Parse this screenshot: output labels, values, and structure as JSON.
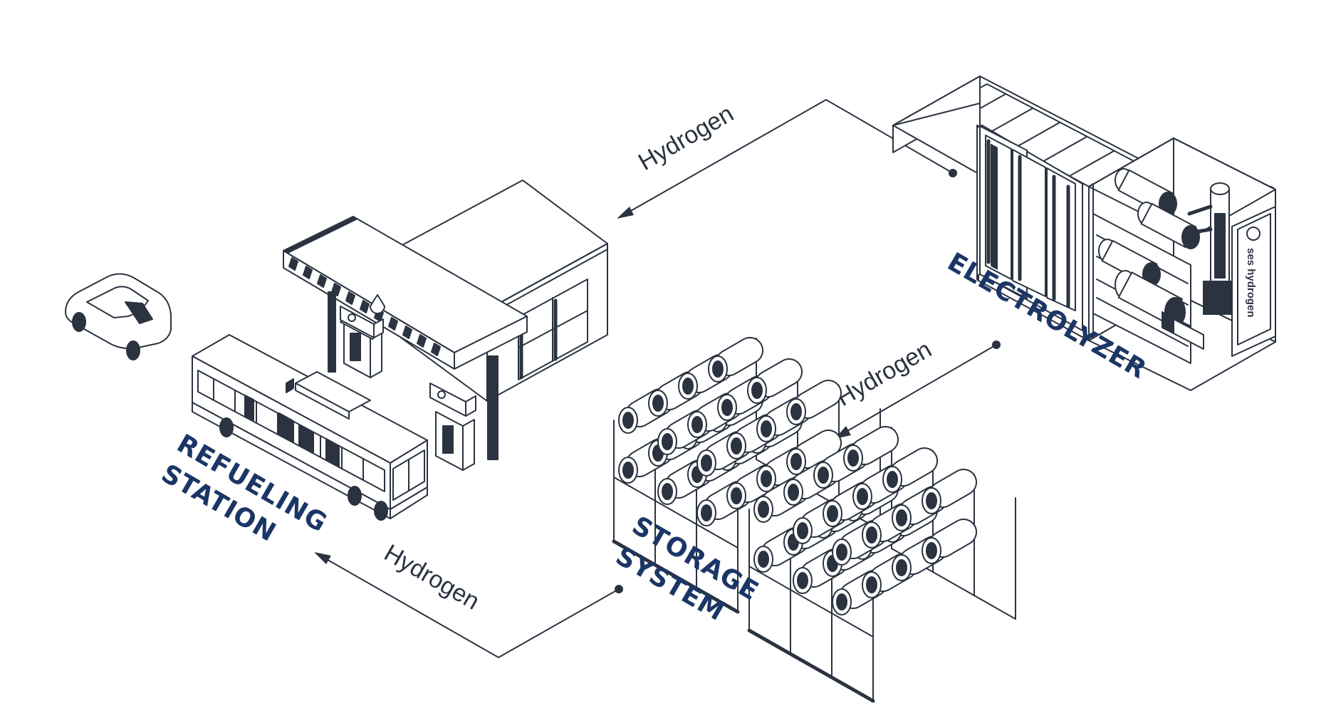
{
  "diagram": {
    "colors": {
      "line": "#2b3340",
      "label": "#1b3666",
      "background": "#ffffff"
    },
    "nodes": [
      {
        "id": "electrolyzer",
        "lines": [
          "ELECTROLYZER"
        ]
      },
      {
        "id": "storage",
        "lines": [
          "STORAGE",
          "SYSTEM"
        ]
      },
      {
        "id": "refueling",
        "lines": [
          "REFUELING",
          "STATION"
        ]
      }
    ],
    "flows": [
      {
        "from": "electrolyzer",
        "to": "refueling",
        "label": "Hydrogen"
      },
      {
        "from": "electrolyzer",
        "to": "storage",
        "label": "Hydrogen"
      },
      {
        "from": "storage",
        "to": "refueling",
        "label": "Hydrogen"
      }
    ],
    "electrolyzer_brand": "ses hydrogen"
  }
}
